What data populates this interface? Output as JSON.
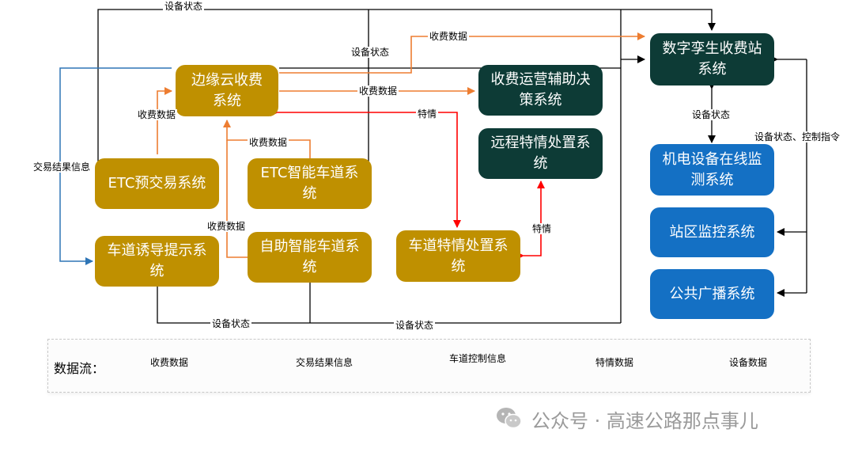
{
  "nodes": {
    "edge_cloud": "边缘云收费\n系统",
    "etc_pretrade": "ETC预交易系统",
    "etc_smart_lane": "ETC智能车道系\n统",
    "lane_guide": "车道诱导提示系\n统",
    "self_service_lane": "自助智能车道系\n统",
    "ops_decision": "收费运营辅助决\n策系统",
    "remote_special": "远程特情处置系\n统",
    "lane_special": "车道特情处置系\n统",
    "digital_twin": "数字孪生收费站\n系统",
    "me_monitor": "机电设备在线监\n测系统",
    "station_monitor": "站区监控系统",
    "broadcast": "公共广播系统"
  },
  "edge_labels": {
    "device_status_top": "设备状态",
    "fee_data_top": "收费数据",
    "device_status_mid": "设备状态",
    "fee_data_edge_to_ops": "收费数据",
    "fee_data_etc_pretrade": "收费数据",
    "special_edge": "特情",
    "fee_data_smart_lane": "收费数据",
    "trade_result": "交易结果信息",
    "fee_data_self_service": "收费数据",
    "special_remote": "特情",
    "device_status_twin": "设备状态",
    "device_status_control": "设备状态、控制指令",
    "device_status_bottom_left": "设备状态",
    "device_status_bottom_mid": "设备状态"
  },
  "legend": {
    "title": "数据流：",
    "items": [
      {
        "label": "收费数据",
        "color": "#ed7d31"
      },
      {
        "label": "交易结果信息",
        "color": "#2e75b6"
      },
      {
        "label": "车道控制信息",
        "color": "#ffc000"
      },
      {
        "label": "特情数据",
        "color": "#ff0000"
      },
      {
        "label": "设备数据",
        "color": "#000000"
      }
    ]
  },
  "watermark": "公众号 · 高速公路那点事儿",
  "colors": {
    "gold_box": "#bf9000",
    "dark_box": "#0d3b36",
    "blue_box": "#1470c4",
    "fee": "#ed7d31",
    "trade": "#2e75b6",
    "control": "#ffc000",
    "special": "#ff0000",
    "device": "#000000"
  }
}
